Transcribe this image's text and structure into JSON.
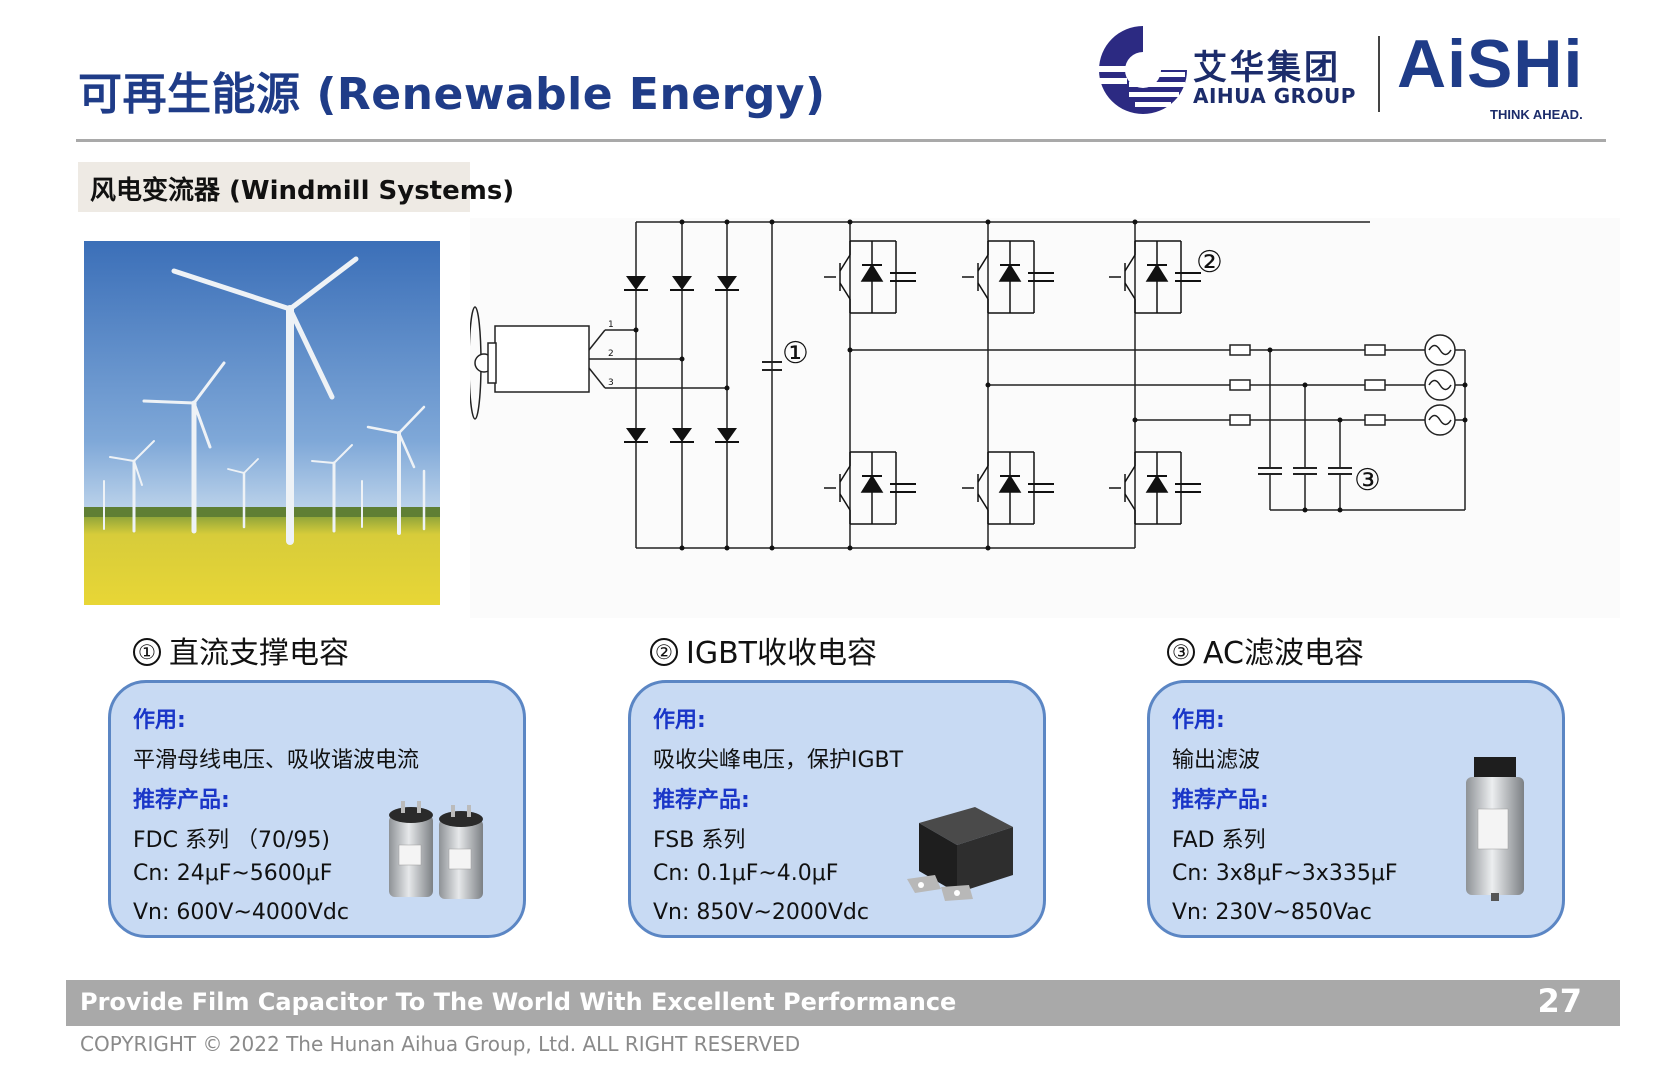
{
  "header": {
    "title": "可再生能源 (Renewable Energy)",
    "logo_cn": "艾华集团",
    "logo_en": "AIHUA GROUP",
    "brand": "AiSHi",
    "brand_tagline": "THINK AHEAD."
  },
  "section": {
    "label": "风电变流器 (Windmill Systems)"
  },
  "diagram": {
    "marker_1": "①",
    "marker_2": "②",
    "marker_3": "③",
    "phase_1": "1",
    "phase_2": "2",
    "phase_3": "3"
  },
  "capacitors": [
    {
      "num": "①",
      "heading": "直流支撑电容",
      "role_label": "作用:",
      "role": "平滑母线电压、吸收谐波电流",
      "product_label": "推荐产品:",
      "series": "FDC 系列 （70/95)",
      "cn": "Cn: 24μF~5600μF",
      "vn": "Vn: 600V~4000Vdc"
    },
    {
      "num": "②",
      "heading": "IGBT收收电容",
      "role_label": "作用:",
      "role": "吸收尖峰电压，保护IGBT",
      "product_label": "推荐产品:",
      "series": "FSB 系列",
      "cn": "Cn: 0.1μF~4.0μF",
      "vn": "Vn: 850V~2000Vdc"
    },
    {
      "num": "③",
      "heading": "AC滤波电容",
      "role_label": "作用:",
      "role": "输出滤波",
      "product_label": "推荐产品:",
      "series": "FAD 系列",
      "cn": "Cn: 3x8μF~3x335μF",
      "vn": "Vn: 230V~850Vac"
    }
  ],
  "footer": {
    "tagline": "Provide Film Capacitor To The World With Excellent Performance",
    "page": "27",
    "copyright": "COPYRIGHT © 2022 The Hunan Aihua Group, Ltd. ALL RIGHT RESERVED"
  },
  "colors": {
    "title_blue": "#1f3c88",
    "card_fill": "#c8daf3",
    "card_border": "#5b86c4",
    "label_blue": "#1a36c8",
    "footer_grey": "#a9a9a9"
  },
  "icons": [
    "aihua-emblem-icon",
    "capacitor-icon",
    "diode-icon",
    "igbt-icon",
    "ac-source-icon",
    "wind-rotor-icon"
  ]
}
